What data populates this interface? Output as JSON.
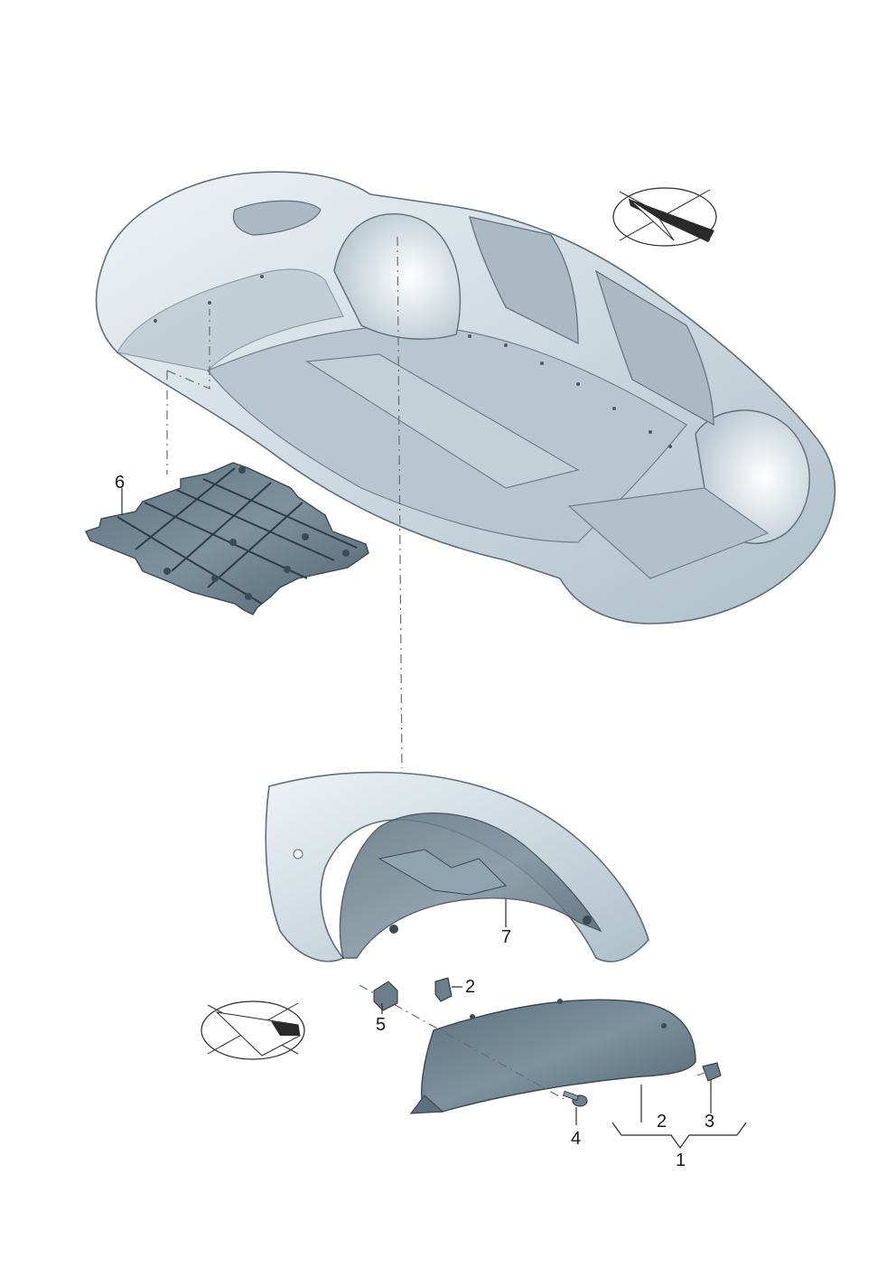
{
  "callouts": {
    "c1": "1",
    "c2a": "2",
    "c2b": "2",
    "c3": "3",
    "c4": "4",
    "c5": "5",
    "c6": "6",
    "c7": "7"
  },
  "icons": {
    "view_top": "orientation-arrow-icon",
    "view_bottom": "orientation-arrow-icon"
  },
  "colors": {
    "body": "#c9d6de",
    "panel": "#6f8593",
    "line": "#2a2a2a"
  }
}
